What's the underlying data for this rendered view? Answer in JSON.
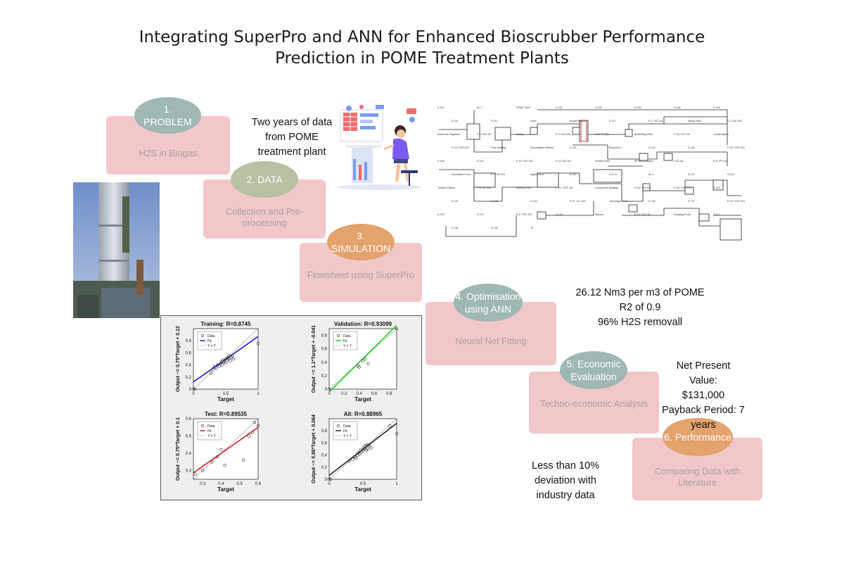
{
  "title": "Integrating SuperPro and ANN for Enhanced Bioscrubber Performance\nPrediction in POME Treatment Plants",
  "colors": {
    "card": "#f2c7c9",
    "teal": "#9fb8b4",
    "olive": "#b8c1a2",
    "orange": "#e4a26d"
  },
  "steps": [
    {
      "badge": "1.\nPROBLEM",
      "label": "H2S in Biogas"
    },
    {
      "badge": "2. DATA",
      "label": "Collection and Pre-\nprocessing"
    },
    {
      "badge": "3. SIMULATION",
      "label": "Flowsheet using SuperPro"
    },
    {
      "badge": "4. Optimisation\nusing ANN",
      "label": "Neural Net Fitting"
    },
    {
      "badge": "5. Economic\nEvaluation",
      "label": "Techno-economic Analysis"
    },
    {
      "badge": "6. Performance",
      "label": "Comparing Data with\nLiterature"
    }
  ],
  "notes": {
    "data_note": "Two years of data\nfrom POME\ntreatment plant",
    "results": "26.12 Nm3 per m3 of POME\nR2 of 0.9\n96% H2S removall",
    "economics": "Net Present Value:\n$131,000\nPayback Period: 7\nyears",
    "deviation": "Less than 10%\ndeviation with\nindustry data"
  },
  "flowsheet": {
    "labels": [
      "S-101",
      "Air 1",
      "POME Feed",
      "S-102",
      "S-103",
      "S-104",
      "S-108",
      "S-109",
      "S-110",
      "S-111",
      "Flare",
      "Biogas Engine",
      "S-117",
      "P-1 / MT-101",
      "Mixing Tank",
      "P-2 / AD-101",
      "Anaerobic Digestion",
      "P-3 / MX-101",
      "Mixing",
      "P-9 / MX-102",
      "P-8 / TF-101",
      "Biotrickling Filter",
      "P-10 / HX-102",
      "Condensation",
      "P-12 / FSP-103",
      "Flow Splitting",
      "Dehumidifier effluent",
      "S-113",
      "Emission 2",
      "S-115",
      "S-116",
      "P-15 / FSP-102",
      "S-106",
      "S-114",
      "P-13 / MX-103",
      "P-14 / NT-101",
      "Nutrient Tank",
      "BS Recirculation",
      "CO2 out",
      "P-6 / FP-101",
      "Facultative Pond",
      "P-7 / AP-101",
      "Algae Pond",
      "S-107",
      "CO2 in",
      "Air 2",
      "S-121",
      "S-124",
      "Treated Effluent",
      "P-4 / CL-101",
      "Settling Pond",
      "P-21 / CSP-102",
      "Component Splitting",
      "P-16 / MX-104",
      "P-18 / FSP-104",
      "S-105",
      "S-119",
      "S-120",
      "S-122",
      "P-17 / CL-102",
      "Discharge Pond",
      "S-125",
      "S-127",
      "P-19 / CSP-101",
      "S-129",
      "S-123",
      "P-5 / FSP-101",
      "S-126",
      "Manure",
      "P-20 / SD-101",
      "Dumping Pond",
      "S-112",
      "S-118",
      "S-128",
      "TE"
    ]
  },
  "plots": [
    {
      "title": "Training: R=0.8745",
      "ylabel": "Output ~= 0.75*Target + 0.12",
      "xlabel": "Target",
      "color": "#1c1ccc"
    },
    {
      "title": "Validation: R=0.93099",
      "ylabel": "Output ~= 1.1*Target + -0.041",
      "xlabel": "Target",
      "color": "#22cc22"
    },
    {
      "title": "Test: R=0.89535",
      "ylabel": "Output ~= 0.75*Target + 0.1",
      "xlabel": "Target",
      "color": "#dd2222"
    },
    {
      "title": "All: R=0.88965",
      "ylabel": "Output ~= 0.86*Target + 0.064",
      "xlabel": "Target",
      "color": "#222222"
    }
  ],
  "chart_data": [
    {
      "type": "scatter",
      "title": "Training: R=0.8745",
      "xlabel": "Target",
      "ylabel": "Output ~= 0.75*Target + 0.12",
      "xlim": [
        0,
        1
      ],
      "ylim": [
        0,
        1
      ],
      "xticks": [
        "0",
        "0.5",
        "1"
      ],
      "yticks": [
        "0",
        "0.2",
        "0.4",
        "0.6",
        "0.8"
      ],
      "legend": [
        "Data",
        "Fit",
        "Y = T"
      ],
      "fit": {
        "slope": 0.75,
        "intercept": 0.12
      },
      "x": [
        0.0,
        0.02,
        0.27,
        0.3,
        0.32,
        0.35,
        0.37,
        0.4,
        0.42,
        0.43,
        0.45,
        0.45,
        0.47,
        0.48,
        0.5,
        0.5,
        0.52,
        0.53,
        0.55,
        0.55,
        0.57,
        0.58,
        0.6,
        0.62,
        1.0
      ],
      "y": [
        0.0,
        0.0,
        0.27,
        0.33,
        0.37,
        0.35,
        0.4,
        0.38,
        0.42,
        0.45,
        0.4,
        0.48,
        0.45,
        0.47,
        0.44,
        0.5,
        0.48,
        0.52,
        0.5,
        0.55,
        0.47,
        0.53,
        0.55,
        0.5,
        0.75
      ]
    },
    {
      "type": "scatter",
      "title": "Validation: R=0.93099",
      "xlabel": "Target",
      "ylabel": "Output ~= 1.1*Target + -0.041",
      "xlim": [
        0,
        0.9
      ],
      "ylim": [
        0,
        0.9
      ],
      "xticks": [
        "0",
        "0.2",
        "0.4",
        "0.6",
        "0.8"
      ],
      "yticks": [
        "0",
        "0.2",
        "0.4",
        "0.6",
        "0.8"
      ],
      "legend": [
        "Data",
        "Fit",
        "Y = T"
      ],
      "fit": {
        "slope": 1.1,
        "intercept": -0.041
      },
      "x": [
        0.0,
        0.38,
        0.4,
        0.45,
        0.48,
        0.52,
        0.9
      ],
      "y": [
        0.0,
        0.35,
        0.33,
        0.42,
        0.45,
        0.38,
        0.9
      ]
    },
    {
      "type": "scatter",
      "title": "Test: R=0.89535",
      "xlabel": "Target",
      "ylabel": "Output ~= 0.75*Target + 0.1",
      "xlim": [
        0.25,
        0.6
      ],
      "ylim": [
        0.25,
        0.6
      ],
      "xticks": [
        "0.3",
        "0.4",
        "0.5",
        "0.6"
      ],
      "yticks": [
        "0.3",
        "0.4",
        "0.5",
        "0.6"
      ],
      "legend": [
        "Data",
        "Fit",
        "Y = T"
      ],
      "fit": {
        "slope": 0.75,
        "intercept": 0.1
      },
      "x": [
        0.26,
        0.3,
        0.35,
        0.38,
        0.4,
        0.42,
        0.52,
        0.55,
        0.57,
        0.58,
        0.6
      ],
      "y": [
        0.28,
        0.3,
        0.35,
        0.38,
        0.42,
        0.33,
        0.36,
        0.5,
        0.52,
        0.58,
        0.56
      ]
    },
    {
      "type": "scatter",
      "title": "All: R=0.88965",
      "xlabel": "Target",
      "ylabel": "Output ~= 0.86*Target + 0.064",
      "xlim": [
        0,
        1
      ],
      "ylim": [
        0,
        1
      ],
      "xticks": [
        "0",
        "0.5",
        "1"
      ],
      "yticks": [
        "0",
        "0.2",
        "0.4",
        "0.6",
        "0.8"
      ],
      "legend": [
        "Data",
        "Fit",
        "Y = T"
      ],
      "fit": {
        "slope": 0.86,
        "intercept": 0.064
      },
      "x": [
        0.0,
        0.02,
        0.3,
        0.35,
        0.38,
        0.4,
        0.42,
        0.43,
        0.45,
        0.46,
        0.48,
        0.5,
        0.5,
        0.52,
        0.53,
        0.55,
        0.55,
        0.57,
        0.58,
        0.6,
        0.62,
        1.0,
        0.9
      ],
      "y": [
        0.0,
        0.0,
        0.3,
        0.33,
        0.37,
        0.35,
        0.4,
        0.44,
        0.42,
        0.48,
        0.45,
        0.47,
        0.52,
        0.5,
        0.55,
        0.48,
        0.56,
        0.5,
        0.57,
        0.55,
        0.52,
        0.75,
        0.88
      ]
    }
  ]
}
